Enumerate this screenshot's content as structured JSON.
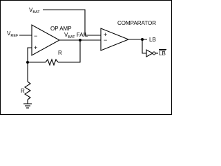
{
  "diagram": {
    "vbat_top": {
      "main": "V",
      "sub": "BAT"
    },
    "vref": {
      "main": "V",
      "sub": "REF"
    },
    "opamp_label": "OP AMP",
    "vbat_fail": {
      "main": "V",
      "sub": "BAT",
      "suffix": " FAIL"
    },
    "comparator_label": "COMPARATOR",
    "lb_label": "LB",
    "lb_bar_label": "LB",
    "feedback_resistor_label": "R",
    "ground_resistor_label": "R",
    "opamp_minus": "−",
    "opamp_plus": "+",
    "comp_minus": "−",
    "comp_plus": "+"
  }
}
